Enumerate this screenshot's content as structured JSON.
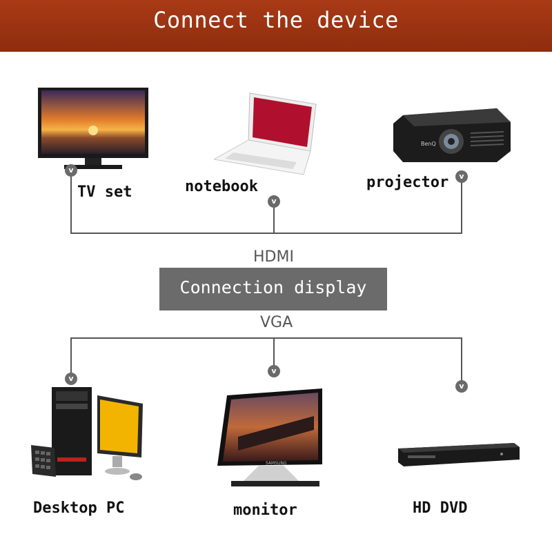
{
  "header": {
    "title": "Connect the device"
  },
  "hub": {
    "label": "Connection display",
    "top_protocol": "HDMI",
    "bottom_protocol": "VGA"
  },
  "devices_top": [
    {
      "label": "TV set",
      "icon": "tv-icon"
    },
    {
      "label": "notebook",
      "icon": "laptop-icon"
    },
    {
      "label": "projector",
      "icon": "projector-icon",
      "brand": "BenQ"
    }
  ],
  "devices_bottom": [
    {
      "label": "Desktop PC",
      "icon": "desktop-pc-icon"
    },
    {
      "label": "monitor",
      "icon": "monitor-icon",
      "brand": "SAMSUNG"
    },
    {
      "label": "HD DVD",
      "icon": "dvd-player-icon"
    }
  ],
  "node_glyph": "v",
  "colors": {
    "banner": "#9a3312",
    "line": "#555555",
    "node": "#6a6a6a",
    "hub": "#6b6b6b"
  }
}
